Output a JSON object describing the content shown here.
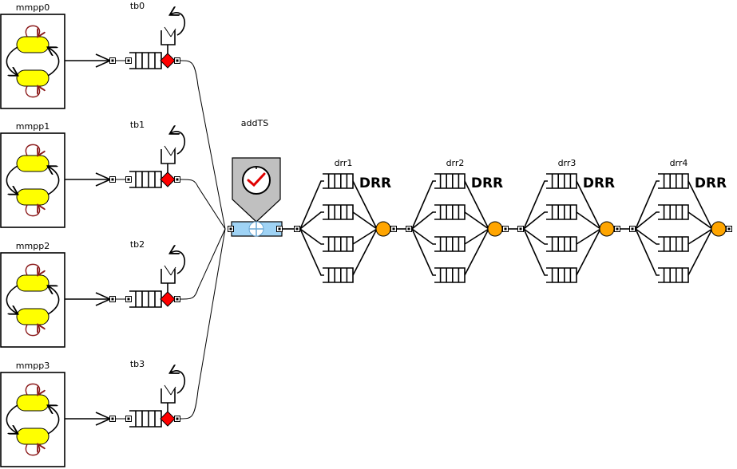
{
  "sources": [
    {
      "name": "mmpp0",
      "bucket": "tb0"
    },
    {
      "name": "mmpp1",
      "bucket": "tb1"
    },
    {
      "name": "mmpp2",
      "bucket": "tb2"
    },
    {
      "name": "mmpp3",
      "bucket": "tb3"
    }
  ],
  "timestamper": {
    "name": "addTS"
  },
  "schedulers": [
    {
      "name": "drr1",
      "label": "DRR"
    },
    {
      "name": "drr2",
      "label": "DRR"
    },
    {
      "name": "drr3",
      "label": "DRR"
    },
    {
      "name": "drr4",
      "label": "DRR"
    }
  ],
  "colors": {
    "state": "#ffff00",
    "loop": "#8b1a1a",
    "bucket_gate": "#ff0000",
    "drr_server": "#ffa500",
    "timestamper_body": "#9fd3f5",
    "timestamper_badge": "#c0c0c0",
    "clock_hand": "#e00000"
  }
}
